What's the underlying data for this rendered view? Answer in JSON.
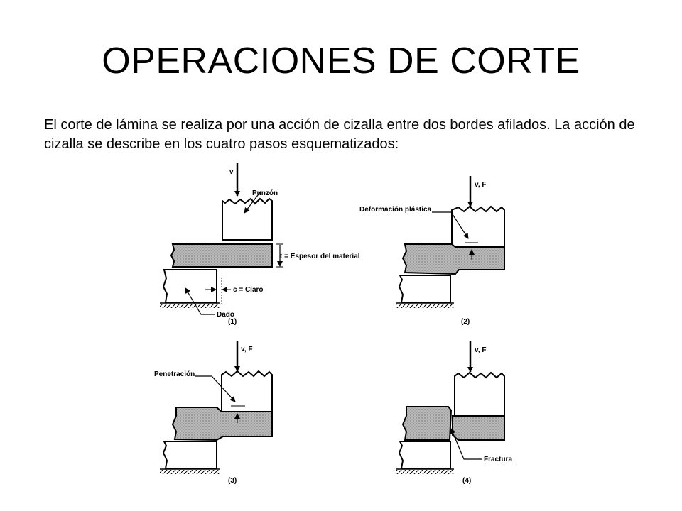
{
  "slide": {
    "title": "OPERACIONES DE CORTE",
    "paragraph": "El corte de lámina se realiza por una acción de cizalla entre dos bordes afilados. La acción de cizalla se describe en los cuatro pasos esquematizados:"
  },
  "figure": {
    "panel1": {
      "velocity": "v",
      "punch": "Punzón",
      "thickness": "t = Espesor del material",
      "clearance": "c = Claro",
      "die": "Dado",
      "number": "(1)"
    },
    "panel2": {
      "velocity": "v, F",
      "label": "Deformación plástica",
      "number": "(2)"
    },
    "panel3": {
      "velocity": "v, F",
      "label": "Penetración",
      "number": "(3)"
    },
    "panel4": {
      "velocity": "v, F",
      "label": "Fractura",
      "number": "(4)"
    }
  }
}
